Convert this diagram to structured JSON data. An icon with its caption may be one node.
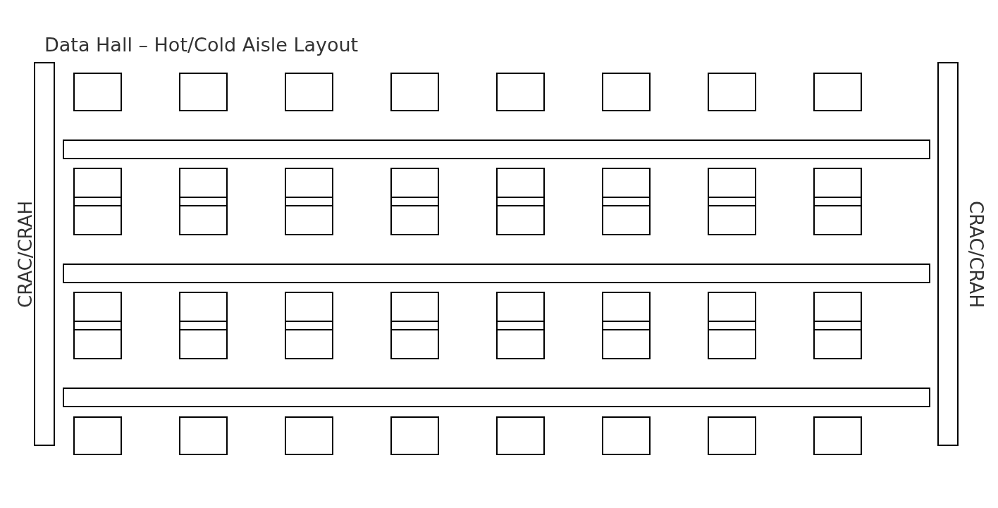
{
  "diagram": {
    "title": "Data Hall – Hot/Cold Aisle Layout",
    "nodes": [
      {
        "text": [
          "CRAC/CRAH"
        ]
      },
      {
        "text": [],
        "shape": "box"
      },
      {
        "text": [],
        "shape": "box"
      },
      {
        "text": [],
        "shape": "box"
      },
      {
        "text": [],
        "shape": "box"
      },
      {
        "text": [],
        "shape": "box"
      },
      {
        "text": [],
        "shape": "box"
      },
      {
        "text": [],
        "shape": "box"
      },
      {
        "text": [],
        "shape": "box"
      },
      {
        "text": [],
        "shape": "bar"
      },
      {
        "text": [],
        "shape": "box"
      },
      {
        "text": [],
        "shape": "box"
      },
      {
        "text": [],
        "shape": "box"
      },
      {
        "text": [],
        "shape": "box"
      },
      {
        "text": [],
        "shape": "box"
      },
      {
        "text": [],
        "shape": "box"
      },
      {
        "text": [],
        "shape": "box"
      },
      {
        "text": [],
        "shape": "box"
      },
      {
        "text": [],
        "shape": "box"
      },
      {
        "text": [],
        "shape": "box"
      },
      {
        "text": [],
        "shape": "box"
      },
      {
        "text": [],
        "shape": "box"
      },
      {
        "text": [],
        "shape": "box"
      },
      {
        "text": [],
        "shape": "box"
      },
      {
        "text": [],
        "shape": "box"
      },
      {
        "text": [],
        "shape": "box"
      },
      {
        "text": [],
        "shape": "bar"
      },
      {
        "text": [],
        "shape": "box"
      },
      {
        "text": [],
        "shape": "box"
      },
      {
        "text": [],
        "shape": "box"
      },
      {
        "text": [],
        "shape": "box"
      },
      {
        "text": [],
        "shape": "box"
      },
      {
        "text": [],
        "shape": "box"
      },
      {
        "text": [],
        "shape": "box"
      },
      {
        "text": [],
        "shape": "box"
      },
      {
        "text": [],
        "shape": "box"
      },
      {
        "text": [],
        "shape": "box"
      },
      {
        "text": [],
        "shape": "box"
      },
      {
        "text": [],
        "shape": "box"
      },
      {
        "text": [],
        "shape": "box"
      },
      {
        "text": [],
        "shape": "box"
      },
      {
        "text": [],
        "shape": "box"
      },
      {
        "text": [],
        "shape": "box"
      },
      {
        "text": [],
        "shape": "bar"
      },
      {
        "text": [],
        "shape": "box"
      },
      {
        "text": [],
        "shape": "box"
      },
      {
        "text": [],
        "shape": "box"
      },
      {
        "text": [],
        "shape": "box"
      },
      {
        "text": [],
        "shape": "box"
      },
      {
        "text": [],
        "shape": "box"
      },
      {
        "text": [],
        "shape": "box"
      },
      {
        "text": [],
        "shape": "box"
      },
      {
        "text": [
          "CRAC/CRAH"
        ]
      }
    ]
  }
}
